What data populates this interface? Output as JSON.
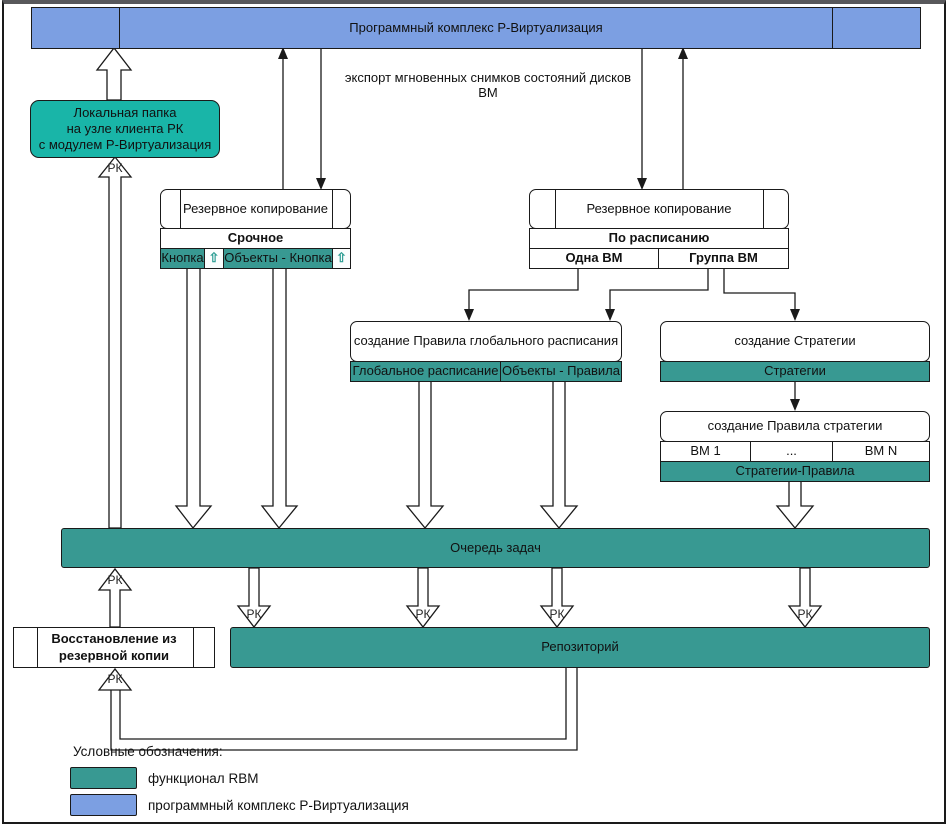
{
  "colors": {
    "accent_teal_bright": "#19b5a8",
    "accent_teal_dark": "#389992",
    "accent_blue": "#7c9fe2",
    "line": "#1a1a1a"
  },
  "top_bar": {
    "label": "Программный комплекс Р-Виртуализация"
  },
  "export_caption": "экспорт мгновенных снимков состояний дисков ВМ",
  "local_folder": {
    "lines": [
      "Локальная папка",
      "на узле клиента РК",
      "с модулем Р-Виртуализация"
    ]
  },
  "backup_urgent": {
    "title": "Резервное копирование",
    "mode": "Срочное",
    "cells": [
      {
        "label": "Кнопка"
      },
      {
        "label": "Объекты - Кнопка"
      }
    ],
    "icon_char": "⇧"
  },
  "backup_scheduled": {
    "title": "Резервное копирование",
    "mode": "По расписанию",
    "cells": [
      {
        "label": "Одна ВМ"
      },
      {
        "label": "Группа ВМ"
      }
    ]
  },
  "global_rule": {
    "title": "создание Правила глобального расписания",
    "cells": [
      {
        "label": "Глобальное расписание"
      },
      {
        "label": "Объекты - Правила"
      }
    ]
  },
  "strategy": {
    "title": "создание Стратегии",
    "cell": "Стратегии"
  },
  "strategy_rule": {
    "title": "создание Правила стратегии",
    "vm_cells": [
      "ВМ 1",
      "...",
      "ВМ N"
    ],
    "bottom": "Стратегии-Правила"
  },
  "task_queue": {
    "label": "Очередь задач"
  },
  "repository": {
    "label": "Репозиторий"
  },
  "restore": {
    "lines": [
      "Восстановление из",
      "резервной копии"
    ]
  },
  "rk_label": "РК",
  "legend": {
    "title": "Условные обозначения:",
    "items": [
      {
        "swatch": "teal",
        "label": "функционал RBM"
      },
      {
        "swatch": "blue",
        "label": "программный комплекс Р-Виртуализация"
      }
    ]
  }
}
